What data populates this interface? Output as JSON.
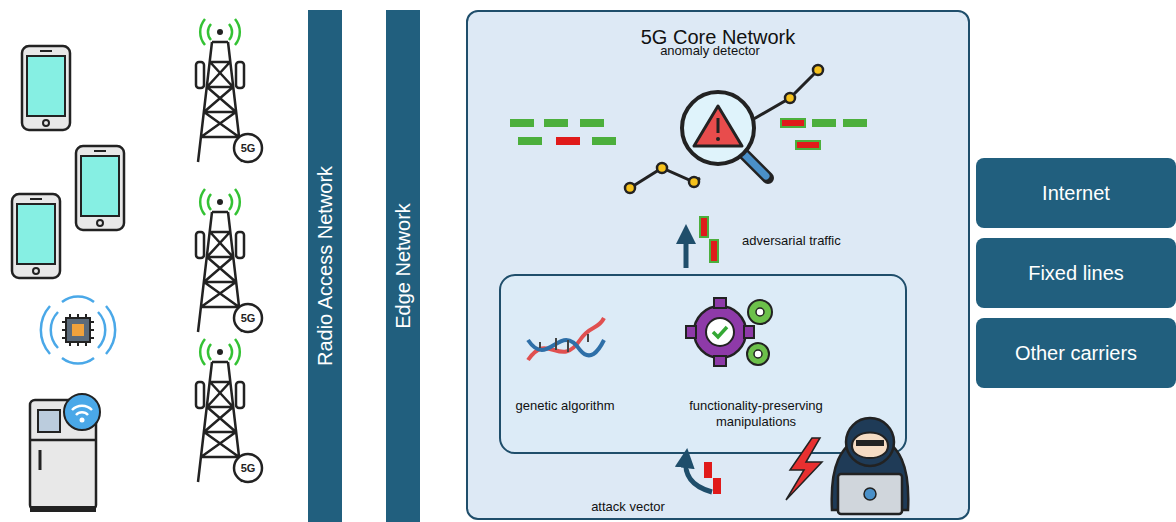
{
  "diagram": {
    "nodes": [
      {
        "text": [
          "Radio Access Network"
        ]
      },
      {
        "text": [
          "Edge Network"
        ]
      },
      {
        "text": [
          "5G Core Network"
        ]
      },
      {
        "text": [
          "genetic algorithm",
          "functionality-preserving manipulations"
        ],
        "in": 2
      },
      {
        "text": [
          "Internet"
        ]
      },
      {
        "text": [
          "Fixed lines"
        ]
      },
      {
        "text": [
          "Other carriers"
        ]
      }
    ],
    "labels": [
      "anomaly detector",
      "adversarial traffic",
      "attack vector",
      "5G",
      "5G",
      "5G"
    ]
  }
}
